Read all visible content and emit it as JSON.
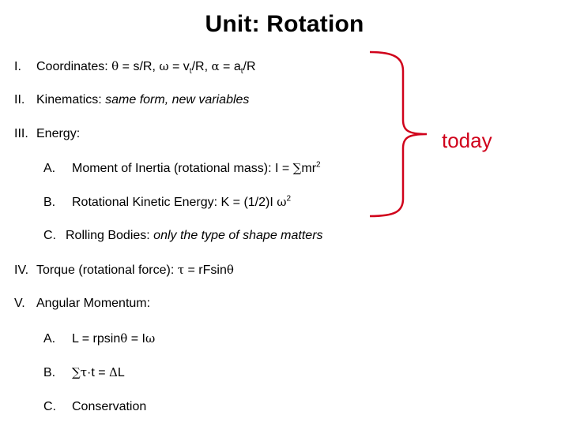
{
  "slide": {
    "title": "Unit: Rotation",
    "accent_color": "#d0021b",
    "items": [
      {
        "marker": "I.",
        "label": "Coordinates: ",
        "eq1_sym": "θ",
        "eq1_rest": " = s/R, ",
        "eq2_sym": "ω",
        "eq2_rest": " = v",
        "eq2_sub": "t",
        "eq2_tail": "/R, ",
        "eq3_sym": "α",
        "eq3_rest": " = a",
        "eq3_sub": "t",
        "eq3_tail": "/R"
      },
      {
        "marker": "II.",
        "label": "Kinematics: ",
        "italic": "same form, new variables"
      },
      {
        "marker": "III.",
        "label": "Energy:"
      },
      {
        "marker": "A.",
        "label": "Moment of Inertia (rotational mass): I = ",
        "sym": "∑",
        "rest": "mr",
        "sup": "2"
      },
      {
        "marker": "B.",
        "label": "Rotational Kinetic Energy: K = (1/2)I ",
        "sym": "ω",
        "sup": "2"
      },
      {
        "marker": "C.",
        "label": "Rolling Bodies: ",
        "italic": "only the type of shape matters"
      },
      {
        "marker": "IV.",
        "label": "Torque (rotational force): ",
        "sym": "τ",
        "rest": " = rFsin",
        "sym2": "θ"
      },
      {
        "marker": "V.",
        "label": "Angular Momentum:"
      },
      {
        "marker": "A.",
        "label": "L = rpsin",
        "sym": "θ",
        "rest": " = I",
        "sym2": "ω"
      },
      {
        "marker": "B.",
        "sym": "∑τ",
        "rest": "·t = ",
        "sym2": "Δ",
        "tail": "L"
      },
      {
        "marker": "C.",
        "label": "Conservation"
      }
    ],
    "annotation": {
      "label": "today",
      "icon": "curly-brace-icon"
    }
  }
}
